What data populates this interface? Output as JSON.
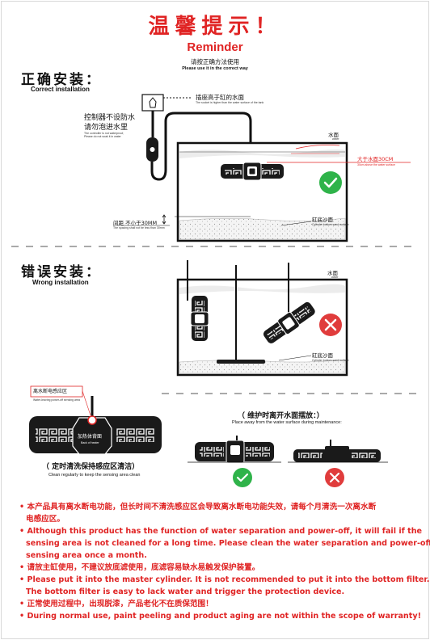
{
  "header": {
    "title_cn": "温馨提示！",
    "title_en": "Reminder",
    "subtitle_cn": "请按正确方法使用",
    "subtitle_en": "Please use it in the correct way"
  },
  "correct": {
    "heading_cn": "正确安装：",
    "heading_en": "Correct installation",
    "plug_label_cn": "插座高于缸的水面",
    "plug_label_en": "The socket is higher than the water surface of the tank",
    "controller_cn_1": "控制器不设防水",
    "controller_cn_2": "请勿泡进水里",
    "controller_en_1": "The controller is not waterproof,",
    "controller_en_2": "Please do not soak it in water",
    "water_level_cn": "水面",
    "water_level_en": "water",
    "above_water_cn": "大于水面30CM",
    "above_water_en": "30cm above the water surface",
    "gap_cn": "间距 不小于30MM",
    "gap_en": "The spacing shall not be less than 30mm",
    "sand_cn": "缸底沙面",
    "sand_en": "Cylinder bottom sand surface"
  },
  "wrong": {
    "heading_cn": "错误安装：",
    "heading_en": "Wrong installation",
    "water_level_cn": "水面",
    "water_level_en": "water",
    "sand_cn": "缸底沙面",
    "sand_en": "Cylinder bottom sand surface"
  },
  "sensing": {
    "area_cn": "离水断电感应区",
    "area_en": "Water-leaving power-off sensing area",
    "back_cn": "加热体背面",
    "back_en": "Back of heater",
    "clean_cn": "（ 定时清洗保持感应区清洁）",
    "clean_en": "Clean regularly to keep the sensing area clean"
  },
  "maintenance": {
    "title_cn": "（ 维护时离开水面摆放：）",
    "title_en": "Place away from the water surface during maintenance:"
  },
  "notes": [
    "• 本产品具有离水断电功能，但长时间不清洗感应区会导致离水断电功能失效，请每个月清洗一次离水断",
    "电感应区。",
    "• Although this product has the function of water separation and power-off, it will fail if the",
    "sensing area is not cleaned for a long time. Please clean the water separation and power-off",
    "sensing area once a month.",
    "• 请放主缸使用，不建议放底滤使用，底滤容易缺水易触发保护装置。",
    "• Please put it into the master cylinder. It is not recommended to put it into the bottom filter.",
    "The bottom filter is easy to lack water and trigger the protection device.",
    "• 正常使用过程中，出现脱漆，产品老化不在质保范围！",
    "• During normal use, paint peeling and product aging are not within the scope of warranty!"
  ],
  "colors": {
    "accent_red": "#e02424",
    "check_green": "#2fb34a",
    "cross_red": "#e03c3c",
    "ink": "#111111"
  }
}
